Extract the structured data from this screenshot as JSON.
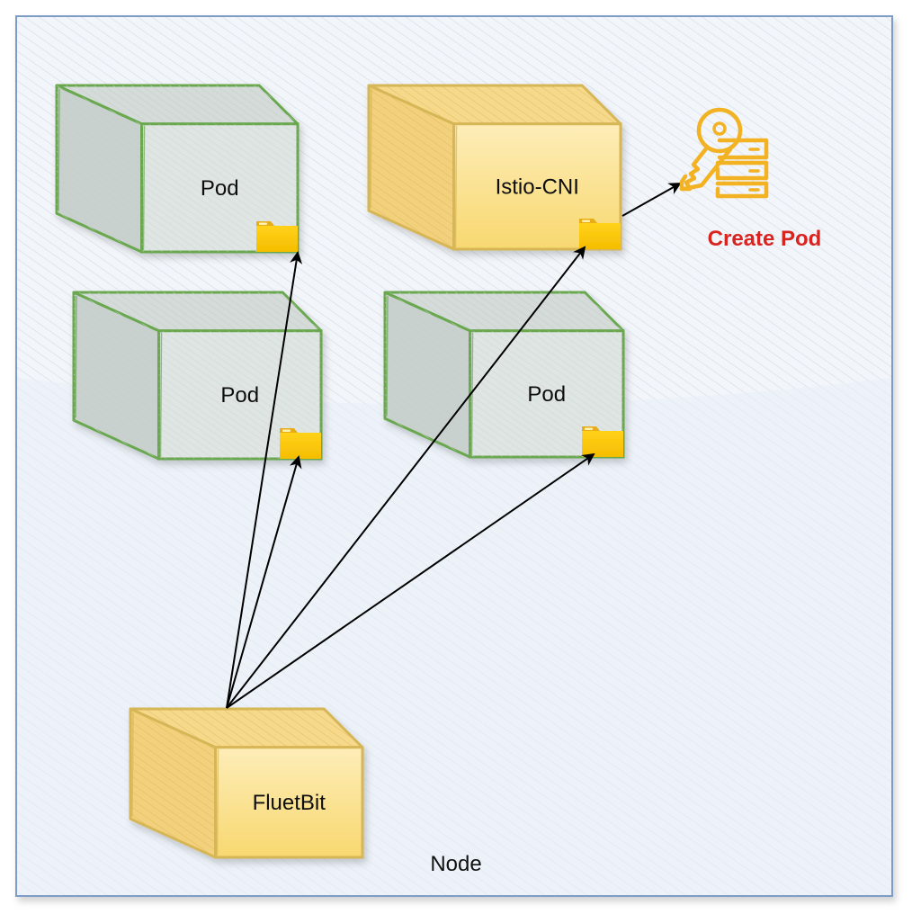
{
  "diagram": {
    "container": {
      "label": "Node",
      "fill": "#eef2f8",
      "stroke": "#6c8ebf",
      "hatch": "#c9d6ea"
    },
    "styles": {
      "pod": {
        "fill": "#dfe5e3",
        "top": "#d4dbd8",
        "side": "#c9d1ce",
        "stroke": "#6aa84f"
      },
      "system": {
        "fill": "#fbe39a",
        "top": "#f6d98a",
        "side": "#f2d07c",
        "stroke": "#d6b656"
      },
      "folder": {
        "body": "#ffcc11",
        "tab": "#e8ad12",
        "shine": "#fff2b0"
      },
      "arrow": "#000000",
      "icon": "#f2b222",
      "highlight_text": "#d9231f"
    },
    "nodes": [
      {
        "id": "pod-1",
        "label": "Pod",
        "kind": "pod",
        "has_folder": true
      },
      {
        "id": "istio-cni",
        "label": "Istio-CNI",
        "kind": "system",
        "has_folder": true
      },
      {
        "id": "pod-2",
        "label": "Pod",
        "kind": "pod",
        "has_folder": true
      },
      {
        "id": "pod-3",
        "label": "Pod",
        "kind": "pod",
        "has_folder": true
      },
      {
        "id": "fluetbit",
        "label": "FluetBit",
        "kind": "system",
        "has_folder": false
      }
    ],
    "edges": [
      {
        "from": "fluetbit",
        "to": "pod-1"
      },
      {
        "from": "fluetbit",
        "to": "pod-2"
      },
      {
        "from": "fluetbit",
        "to": "istio-cni"
      },
      {
        "from": "fluetbit",
        "to": "pod-3"
      },
      {
        "from": "istio-cni",
        "to": "create-pod"
      }
    ],
    "annotation": {
      "id": "create-pod",
      "icon": "key-server-icon",
      "label": "Create Pod"
    }
  }
}
